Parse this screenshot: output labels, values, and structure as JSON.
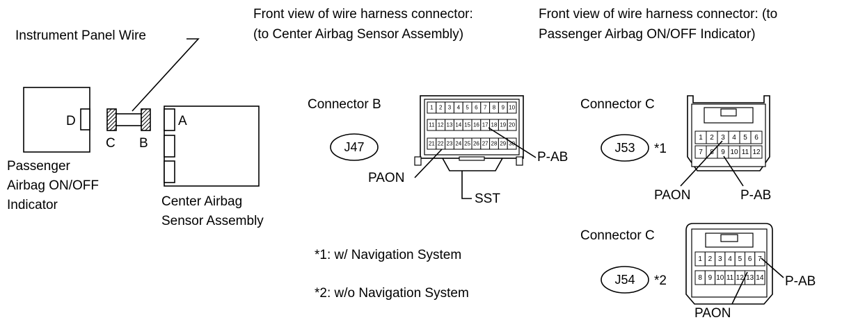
{
  "headers": {
    "conn_b_line1": "Front view of wire harness connector:",
    "conn_b_line2": "(to Center Airbag Sensor Assembly)",
    "conn_c_line1": "Front view of wire harness connector: (to",
    "conn_c_line2": "Passenger Airbag ON/OFF Indicator)"
  },
  "wiring": {
    "wire_label": "Instrument Panel Wire",
    "indicator_line1": "Passenger",
    "indicator_line2": "Airbag ON/OFF",
    "indicator_line3": "Indicator",
    "sensor_line1": "Center Airbag",
    "sensor_line2": "Sensor Assembly",
    "term_d": "D",
    "term_c": "C",
    "term_b": "B",
    "term_a": "A"
  },
  "connector_b": {
    "title": "Connector B",
    "code": "J47",
    "rows": [
      [
        "1",
        "2",
        "3",
        "4",
        "5",
        "6",
        "7",
        "8",
        "9",
        "10"
      ],
      [
        "11",
        "12",
        "13",
        "14",
        "15",
        "16",
        "17",
        "18",
        "19",
        "20"
      ],
      [
        "21",
        "22",
        "23",
        "24",
        "25",
        "26",
        "27",
        "28",
        "29",
        "30"
      ]
    ],
    "label_left": "PAON",
    "label_right": "P-AB",
    "label_sst": "SST"
  },
  "connector_c1": {
    "title": "Connector C",
    "code": "J53",
    "note": "*1",
    "rows": [
      [
        "1",
        "2",
        "3",
        "4",
        "5",
        "6"
      ],
      [
        "7",
        "8",
        "9",
        "10",
        "11",
        "12"
      ]
    ],
    "label_left": "PAON",
    "label_right": "P-AB"
  },
  "connector_c2": {
    "title": "Connector C",
    "code": "J54",
    "note": "*2",
    "rows": [
      [
        "1",
        "2",
        "3",
        "4",
        "5",
        "6",
        "7"
      ],
      [
        "8",
        "9",
        "10",
        "11",
        "12",
        "13",
        "14"
      ]
    ],
    "label_left": "PAON",
    "label_right": "P-AB"
  },
  "notes": {
    "note1": "*1: w/ Navigation System",
    "note2": "*2: w/o Navigation System"
  }
}
